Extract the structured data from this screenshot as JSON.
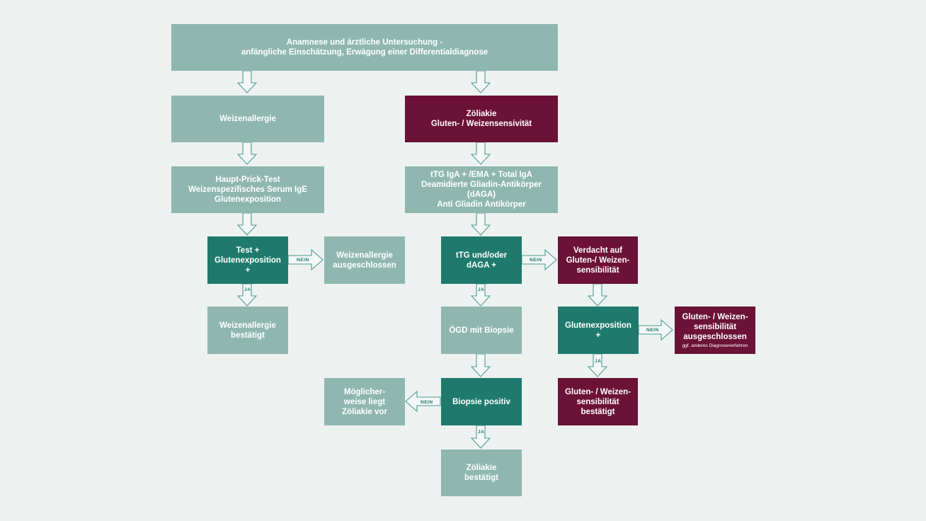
{
  "colors": {
    "background": "#edf2f1",
    "light_teal": "#8fb7b0",
    "dark_teal": "#1f7a6d",
    "wine": "#6b1236",
    "arrow_stroke": "#4f9c8f"
  },
  "edge_labels": {
    "no": "NEIN",
    "yes": "JA"
  },
  "nodes": {
    "anamnese": {
      "line1": "Anamnese und ärztliche Untersuchung -",
      "line2": "anfängliche Einschätzung, Erwägung einer Differentialdiagnose"
    },
    "weizenallergie": {
      "line1": "Weizenallergie"
    },
    "zoeliakie": {
      "line1": "Zöliakie",
      "line2": "Gluten- / Weizensensivität"
    },
    "allergy_tests": {
      "line1": "Haupt-Prick-Test",
      "line2": "Weizenspezifisches Serum IgE",
      "line3": "Glutenexposition"
    },
    "celiac_tests": {
      "line1": "tTG IgA + /EMA + Total IgA",
      "line2": "Deamidierte Gliadin-Antikörper (dAGA)",
      "line3": "Anti Gliadin Antikörper"
    },
    "test_plus": {
      "line1": "Test +",
      "line2": "Glutenexposition +"
    },
    "allergy_excluded": {
      "line1": "Weizenallergie",
      "line2": "ausgeschlossen"
    },
    "ttg_plus": {
      "line1": "tTG und/oder",
      "line2": "dAGA +"
    },
    "suspect_sensitivity": {
      "line1": "Verdacht auf",
      "line2": "Gluten-/ Weizen-",
      "line3": "sensibilität"
    },
    "allergy_confirmed": {
      "line1": "Weizenallergie",
      "line2": "bestätigt"
    },
    "oegd": {
      "line1": "ÖGD mit Biopsie"
    },
    "gluten_exposition": {
      "line1": "Glutenexposition +"
    },
    "sensitivity_excluded": {
      "line1": "Gluten- / Weizen-",
      "line2": "sensibilität",
      "line3": "ausgeschlossen",
      "note": "ggf. anderes Diagnoseverfahren"
    },
    "possible_celiac": {
      "line1": "Möglicher-",
      "line2": "weise liegt",
      "line3": "Zöliakie vor"
    },
    "biopsy_positive": {
      "line1": "Biopsie positiv"
    },
    "sensitivity_confirmed": {
      "line1": "Gluten- / Weizen-",
      "line2": "sensibilität",
      "line3": "bestätigt"
    },
    "celiac_confirmed": {
      "line1": "Zöliakie",
      "line2": "bestätigt"
    }
  }
}
